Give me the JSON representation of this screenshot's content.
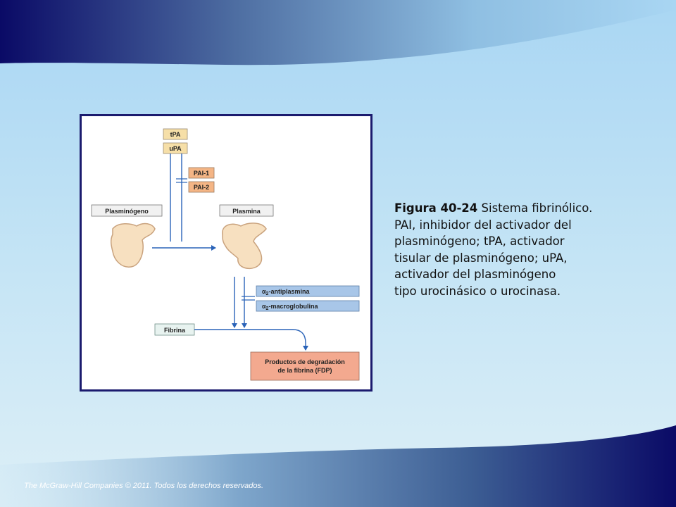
{
  "diagram": {
    "labels": {
      "tpa": "tPA",
      "upa": "uPA",
      "pai1": "PAI-1",
      "pai2": "PAI-2",
      "plasminogen": "Plasminógeno",
      "plasmin": "Plasmina",
      "antiplasmin_prefix": "α",
      "antiplasmin_sub": "2",
      "antiplasmin_rest": "-antiplasmina",
      "macroglobulin_prefix": "α",
      "macroglobulin_sub": "2",
      "macroglobulin_rest": "-macroglobulina",
      "fibrin": "Fibrina",
      "fdp_line1": "Productos de degradación",
      "fdp_line2": "de la fibrina (FDP)"
    },
    "colors": {
      "activator_box": "#f6dfa8",
      "inhibitor_box": "#f4b585",
      "plain_box": "#f1f1f1",
      "blue_box": "#a8c6e8",
      "fdp_box": "#f3a98f",
      "arrow": "#2a63b8",
      "protein_fill": "#f7e0c0",
      "protein_stroke": "#c9a27d"
    }
  },
  "caption": {
    "figure_number": "Figura 40-24",
    "line1_rest": " Sistema fibrinólico.",
    "line2": "PAI, inhibidor del activador del",
    "line3": "plasminógeno; tPA, activador",
    "line4": "tisular de plasminógeno; uPA,",
    "line5": "activador del plasminógeno",
    "line6": "tipo  urocinásico o urocinasa."
  },
  "footer": {
    "text": "The McGraw-Hill Companies © 2011. Todos los derechos reservados."
  }
}
